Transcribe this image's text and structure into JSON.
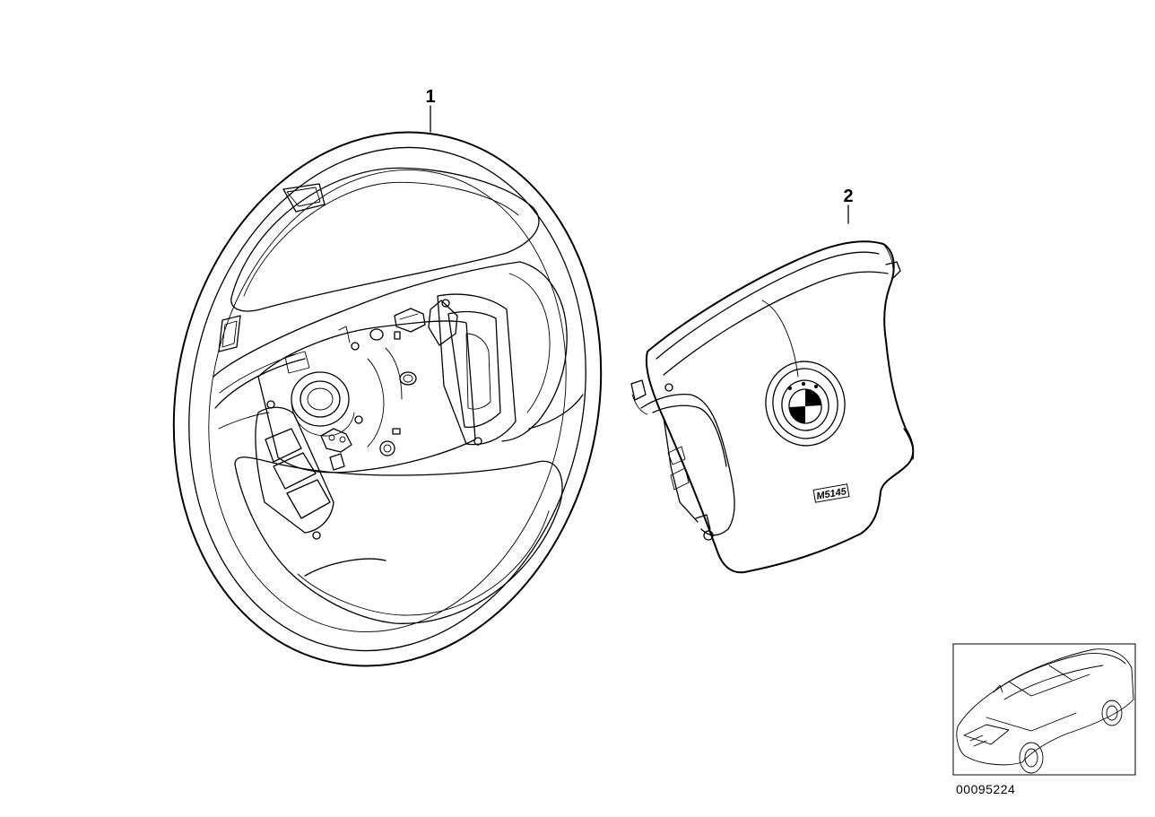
{
  "callouts": [
    {
      "number": "1",
      "part": "steering-wheel"
    },
    {
      "number": "2",
      "part": "airbag-module"
    }
  ],
  "emblem_text": "M5145",
  "document_number": "00095224",
  "icons": [
    "steering-wheel-icon",
    "airbag-module-icon",
    "bmw-roundel-icon",
    "car-thumbnail-icon"
  ]
}
